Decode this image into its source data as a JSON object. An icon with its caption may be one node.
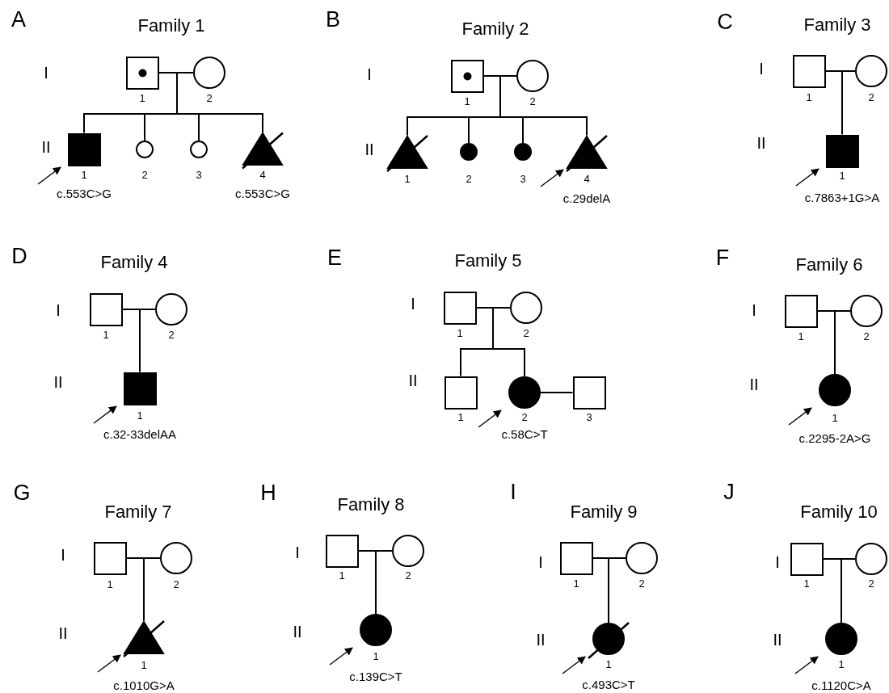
{
  "diagram": {
    "nodes": [
      {
        "text": [
          "1"
        ]
      },
      {
        "text": [
          "2"
        ]
      },
      {
        "text": [
          "1"
        ],
        "beside": [
          "c.553C>G"
        ]
      },
      {
        "text": [
          "2"
        ]
      },
      {
        "text": [
          "3"
        ]
      },
      {
        "text": [
          "4"
        ],
        "beside": [
          "c.553C>G"
        ]
      },
      {
        "text": [
          "1"
        ]
      },
      {
        "text": [
          "2"
        ]
      },
      {
        "text": [
          "1"
        ]
      },
      {
        "text": [
          "2"
        ]
      },
      {
        "text": [
          "3"
        ]
      },
      {
        "text": [
          "4"
        ],
        "beside": [
          "c.29delA"
        ]
      },
      {
        "text": [
          "1"
        ]
      },
      {
        "text": [
          "2"
        ]
      },
      {
        "text": [
          "1"
        ],
        "beside": [
          "c.7863+1G>A"
        ]
      },
      {
        "text": [
          "1"
        ]
      },
      {
        "text": [
          "2"
        ]
      },
      {
        "text": [
          "1"
        ],
        "beside": [
          "c.32-33delAA"
        ]
      },
      {
        "text": [
          "1"
        ]
      },
      {
        "text": [
          "2"
        ]
      },
      {
        "text": [
          "1"
        ]
      },
      {
        "text": [
          "2"
        ],
        "beside": [
          "c.58C>T"
        ]
      },
      {
        "text": [
          "3"
        ]
      },
      {
        "text": [
          "1"
        ]
      },
      {
        "text": [
          "2"
        ]
      },
      {
        "text": [
          "1"
        ],
        "beside": [
          "c.2295-2A>G"
        ]
      },
      {
        "text": [
          "1"
        ]
      },
      {
        "text": [
          "2"
        ]
      },
      {
        "text": [
          "1"
        ],
        "beside": [
          "c.1010G>A"
        ]
      },
      {
        "text": [
          "1"
        ]
      },
      {
        "text": [
          "2"
        ]
      },
      {
        "text": [
          "1"
        ],
        "beside": [
          "c.139C>T"
        ]
      },
      {
        "text": [
          "1"
        ]
      },
      {
        "text": [
          "2"
        ]
      },
      {
        "text": [
          "1"
        ],
        "beside": [
          "c.493C>T"
        ]
      },
      {
        "text": [
          "1"
        ]
      },
      {
        "text": [
          "2"
        ]
      },
      {
        "text": [
          "1"
        ],
        "beside": [
          "c.1120C>A"
        ]
      }
    ],
    "edges": [
      {
        "from": 0,
        "to": 1,
        "arrow": "none"
      },
      {
        "from": 0,
        "to": 2,
        "arrow": "none"
      },
      {
        "from": 1,
        "to": 2,
        "arrow": "none"
      },
      {
        "from": 0,
        "to": 3,
        "arrow": "none"
      },
      {
        "from": 1,
        "to": 3,
        "arrow": "none"
      },
      {
        "from": 0,
        "to": 4,
        "arrow": "none"
      },
      {
        "from": 1,
        "to": 4,
        "arrow": "none"
      },
      {
        "from": 0,
        "to": 5,
        "arrow": "none"
      },
      {
        "from": 1,
        "to": 5,
        "arrow": "none"
      },
      {
        "from": null,
        "to": 2,
        "arrow": "to"
      },
      {
        "from": 6,
        "to": 7,
        "arrow": "none"
      },
      {
        "from": 6,
        "to": 8,
        "arrow": "none"
      },
      {
        "from": 7,
        "to": 8,
        "arrow": "none"
      },
      {
        "from": 6,
        "to": 9,
        "arrow": "none"
      },
      {
        "from": 7,
        "to": 9,
        "arrow": "none"
      },
      {
        "from": 6,
        "to": 10,
        "arrow": "none"
      },
      {
        "from": 7,
        "to": 10,
        "arrow": "none"
      },
      {
        "from": 6,
        "to": 11,
        "arrow": "none"
      },
      {
        "from": 7,
        "to": 11,
        "arrow": "none"
      },
      {
        "from": null,
        "to": 11,
        "arrow": "to"
      },
      {
        "from": 12,
        "to": 13,
        "arrow": "none"
      },
      {
        "from": 12,
        "to": 14,
        "arrow": "none"
      },
      {
        "from": 13,
        "to": 14,
        "arrow": "none"
      },
      {
        "from": null,
        "to": 14,
        "arrow": "to"
      },
      {
        "from": 15,
        "to": 16,
        "arrow": "none"
      },
      {
        "from": 15,
        "to": 17,
        "arrow": "none"
      },
      {
        "from": 16,
        "to": 17,
        "arrow": "none"
      },
      {
        "from": null,
        "to": 17,
        "arrow": "to"
      },
      {
        "from": 18,
        "to": 19,
        "arrow": "none"
      },
      {
        "from": 18,
        "to": 20,
        "arrow": "none"
      },
      {
        "from": 19,
        "to": 20,
        "arrow": "none"
      },
      {
        "from": 18,
        "to": 21,
        "arrow": "none"
      },
      {
        "from": 19,
        "to": 21,
        "arrow": "none"
      },
      {
        "from": 21,
        "to": 22,
        "arrow": "none"
      },
      {
        "from": null,
        "to": 21,
        "arrow": "to"
      },
      {
        "from": 23,
        "to": 24,
        "arrow": "none"
      },
      {
        "from": 23,
        "to": 25,
        "arrow": "none"
      },
      {
        "from": 24,
        "to": 25,
        "arrow": "none"
      },
      {
        "from": null,
        "to": 25,
        "arrow": "to"
      },
      {
        "from": 26,
        "to": 27,
        "arrow": "none"
      },
      {
        "from": 26,
        "to": 28,
        "arrow": "none"
      },
      {
        "from": 27,
        "to": 28,
        "arrow": "none"
      },
      {
        "from": null,
        "to": 28,
        "arrow": "to"
      },
      {
        "from": 29,
        "to": 30,
        "arrow": "none"
      },
      {
        "from": 29,
        "to": 31,
        "arrow": "none"
      },
      {
        "from": 30,
        "to": 31,
        "arrow": "none"
      },
      {
        "from": null,
        "to": 31,
        "arrow": "to"
      },
      {
        "from": 32,
        "to": 33,
        "arrow": "none"
      },
      {
        "from": 32,
        "to": 34,
        "arrow": "none"
      },
      {
        "from": 33,
        "to": 34,
        "arrow": "none"
      },
      {
        "from": null,
        "to": 34,
        "arrow": "to"
      },
      {
        "from": 35,
        "to": 36,
        "arrow": "none"
      },
      {
        "from": 35,
        "to": 37,
        "arrow": "none"
      },
      {
        "from": 36,
        "to": 37,
        "arrow": "none"
      },
      {
        "from": null,
        "to": 37,
        "arrow": "to"
      }
    ],
    "labels": [
      "A",
      "Family 1",
      "I",
      "II",
      "B",
      "Family 2",
      "I",
      "II",
      "C",
      "Family 3",
      "I",
      "II",
      "D",
      "Family 4",
      "I",
      "II",
      "E",
      "Family 5",
      "I",
      "II",
      "F",
      "Family 6",
      "I",
      "II",
      "G",
      "Family 7",
      "I",
      "II",
      "H",
      "Family 8",
      "I",
      "II",
      "I",
      "Family 9",
      "I",
      "II",
      "J",
      "Family 10",
      "I",
      "II"
    ]
  }
}
